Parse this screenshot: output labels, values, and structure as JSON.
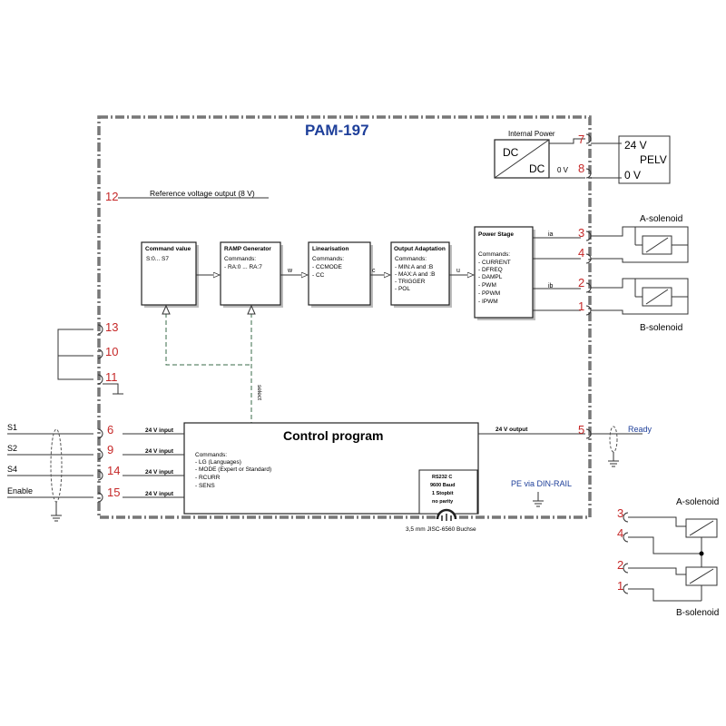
{
  "title": "PAM-197",
  "internal_power": {
    "label": "Internal Power",
    "dc_top": "DC",
    "dc_bottom": "DC",
    "zero_v": "0 V"
  },
  "supply": {
    "v24": "24 V",
    "pelv": "PELV",
    "v0": "0 V"
  },
  "reference": "Reference voltage output (8 V)",
  "pins": {
    "p7": "7",
    "p8": "8",
    "p12": "12",
    "p3": "3",
    "p4": "4",
    "p2": "2",
    "p1": "1",
    "p13": "13",
    "p10": "10",
    "p11": "11",
    "p6": "6",
    "p9": "9",
    "p14": "14",
    "p15": "15",
    "p5": "5"
  },
  "blocks": {
    "command_value": {
      "title": "Command value",
      "body": "S:0... S7"
    },
    "ramp": {
      "title": "RAMP Generator",
      "line1": "Commands:",
      "line2": "- RA:0 ... RA:7"
    },
    "linearisation": {
      "title": "Linearisation",
      "line1": "Commands:",
      "line2": "- CCMODE",
      "line3": "- CC"
    },
    "output_adaptation": {
      "title": "Output Adaptation",
      "line1": "Commands:",
      "line2": "- MIN:A and :B",
      "line3": "- MAX:A and :B",
      "line4": "- TRIGGER",
      "line5": "- POL"
    },
    "power_stage": {
      "title": "Power Stage",
      "line1": "Commands:",
      "line2": "- CURRENT",
      "line3": "- DFREQ",
      "line4": "- DAMPL",
      "line5": "- PWM",
      "line6": "- PPWM",
      "line7": "- IPWM"
    }
  },
  "signals": {
    "w": "w",
    "c": "c",
    "u": "u",
    "ia": "ia",
    "ib": "ib",
    "select": "select"
  },
  "solenoids": {
    "a": "A-solenoid",
    "b": "B-solenoid"
  },
  "inputs": {
    "s1": "S1",
    "s2": "S2",
    "s4": "S4",
    "enable": "Enable",
    "input_label": "24 V input"
  },
  "control": {
    "title": "Control program",
    "commands": "Commands:",
    "c1": "- LG (Languages)",
    "c2": "- MODE (Expert or Standard)",
    "c3": "- RCURR",
    "c4": "- SENS",
    "output_label": "24 V output",
    "ready": "Ready"
  },
  "rs232": {
    "l1": "RS232 C",
    "l2": "9600 Baud",
    "l3": "1 Stopbit",
    "l4": "no parity"
  },
  "jack": "3,5 mm JISC-6560 Buchse",
  "pe": "PE via DIN-RAIL",
  "second": {
    "p3": "3",
    "p4": "4",
    "p2": "2",
    "p1": "1",
    "a": "A-solenoid",
    "b": "B-solenoid"
  }
}
